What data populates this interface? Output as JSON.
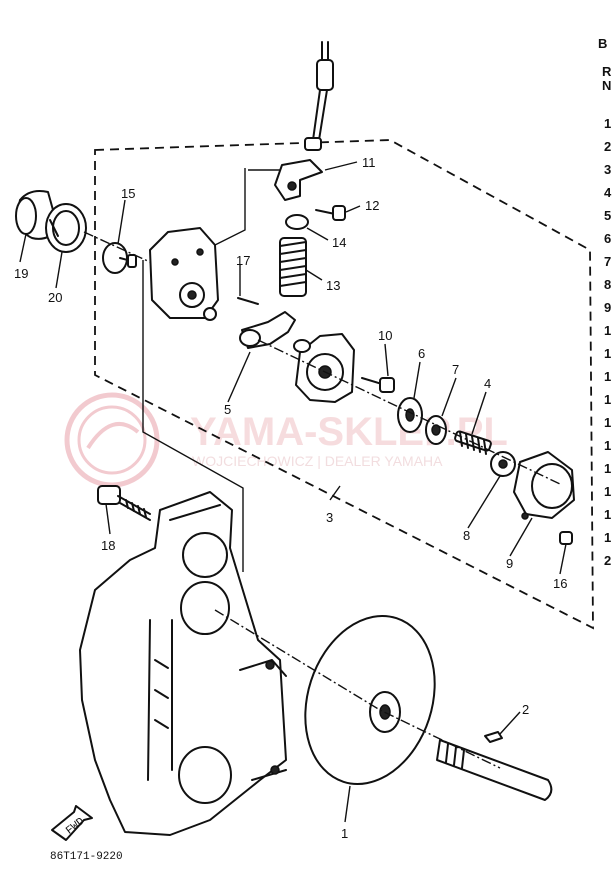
{
  "callouts": {
    "c1": "1",
    "c2": "2",
    "c3": "3",
    "c4": "4",
    "c5": "5",
    "c6": "6",
    "c7": "7",
    "c8": "8",
    "c9": "9",
    "c10": "10",
    "c11": "11",
    "c12": "12",
    "c13": "13",
    "c14": "14",
    "c15": "15",
    "c16": "16",
    "c17": "17",
    "c18": "18",
    "c19": "19",
    "c20": "20"
  },
  "drawing_code": "86T171-9220",
  "fwd_label": "FWD",
  "watermark": {
    "brand": "YAMA-SKLEP.PL",
    "subtitle": "WOJCIECHOWICZ | DEALER YAMAHA"
  },
  "side_column": {
    "header": "B",
    "sub1": "R",
    "sub2": "N",
    "rows": [
      "1",
      "2",
      "3",
      "4",
      "5",
      "6",
      "7",
      "8",
      "9",
      "1",
      "1",
      "1",
      "1",
      "1",
      "1",
      "1",
      "1",
      "1",
      "1",
      "2"
    ]
  },
  "colors": {
    "ink": "#111111",
    "watermark": "#e8a0a8"
  }
}
